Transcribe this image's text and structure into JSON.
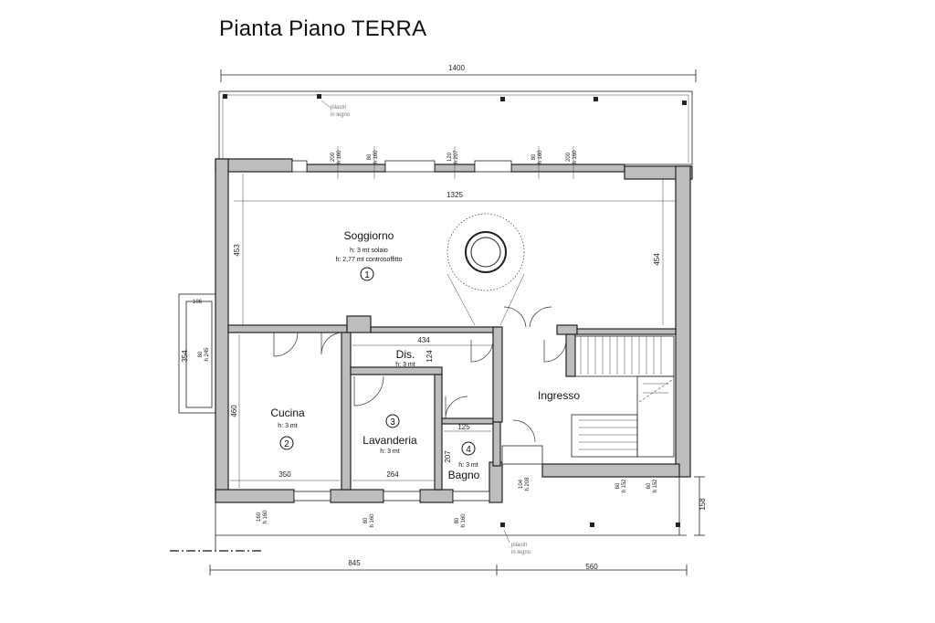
{
  "title": "Pianta Piano TERRA",
  "dimensions": {
    "overall_width": "1400",
    "inner_width": "1325",
    "bottom_left": "845",
    "bottom_right": "560",
    "soggiorno_left": "453",
    "soggiorno_right": "454",
    "cucina_left": "460",
    "cucina_bottom": "350",
    "lavanderia_bottom": "264",
    "dis_top": "434",
    "dis_side": "124",
    "bagno_top": "125",
    "bagno_side": "207",
    "balcony_width": "106",
    "balcony_depth": "354",
    "porch_depth": "158"
  },
  "windows": {
    "w1_a": "200",
    "w1_b": "h 160",
    "w2_a": "80",
    "w2_b": "h 160",
    "w3_a": "120",
    "w3_b": "h 207",
    "w4_a": "80",
    "w4_b": "h 160",
    "w5_a": "200",
    "w5_b": "h 160",
    "wl_a": "80",
    "wl_b": "h 245",
    "b1_a": "160",
    "b1_b": "h 160",
    "b2_a": "80",
    "b2_b": "h 160",
    "b3_a": "80",
    "b3_b": "h 160",
    "b4_a": "104",
    "b4_b": "h 208",
    "b5_a": "60",
    "b5_b": "h 152",
    "b6_a": "60",
    "b6_b": "h 152"
  },
  "notes": {
    "pilastri_top_1": "pilastri",
    "pilastri_top_2": "in legno",
    "pilastri_bottom_1": "pilastri",
    "pilastri_bottom_2": "in legno"
  },
  "rooms": {
    "soggiorno": {
      "name": "Soggiorno",
      "h1": "h: 3 mt solaio",
      "h2": "h: 2,77 mt controsoffitto",
      "num": "1"
    },
    "cucina": {
      "name": "Cucina",
      "h": "h: 3 mt",
      "num": "2"
    },
    "lavanderia": {
      "name": "Lavanderia",
      "h": "h: 3 mt",
      "num": "3"
    },
    "bagno": {
      "name": "Bagno",
      "h": "h: 3 mt",
      "num": "4"
    },
    "dis": {
      "name": "Dis.",
      "h": "h: 3 mt"
    },
    "ingresso": {
      "name": "Ingresso"
    }
  }
}
